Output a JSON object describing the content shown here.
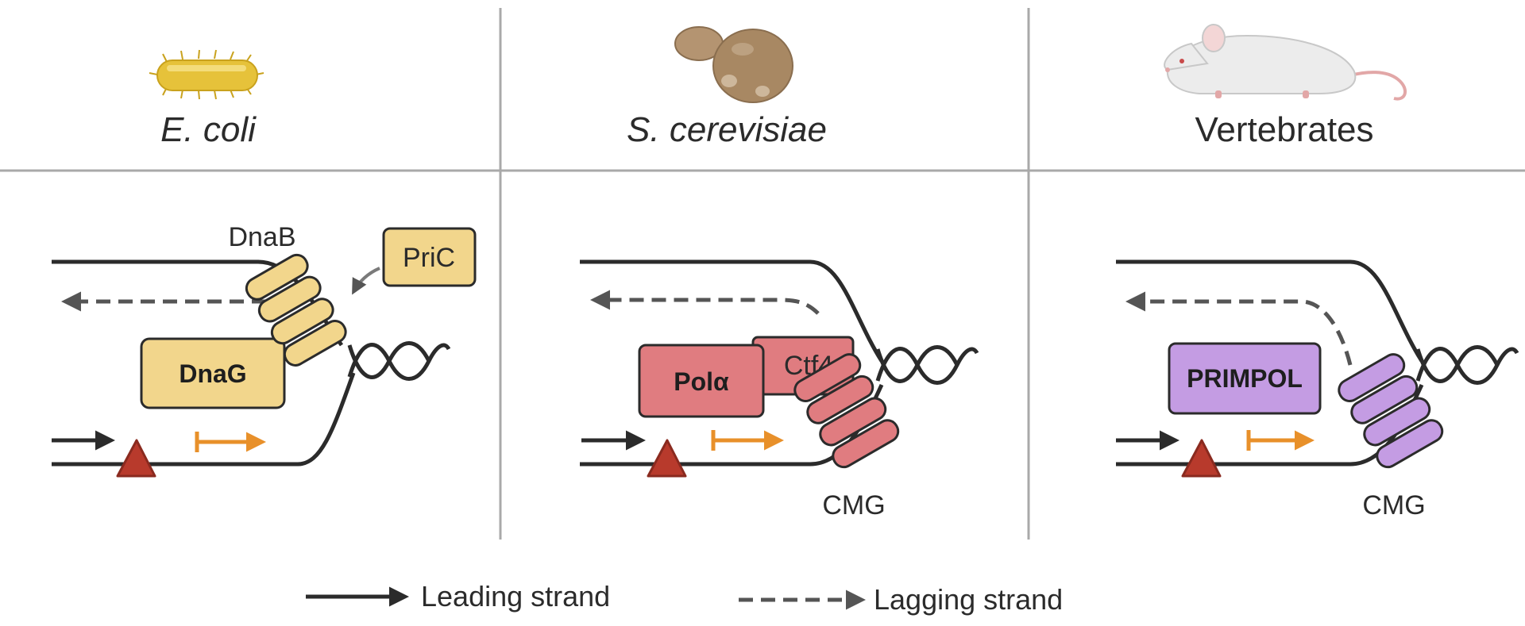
{
  "organisms": [
    {
      "name": "E. coli",
      "italic": true
    },
    {
      "name": "S. cerevisiae",
      "italic": true
    },
    {
      "name": "Vertebrates",
      "italic": false
    }
  ],
  "ecoli": {
    "helicase": "DnaB",
    "loader": "PriC",
    "primase": "DnaG"
  },
  "yeast": {
    "polymerase": "Polα",
    "adaptor": "Ctf4",
    "helicase": "CMG"
  },
  "vertebrate": {
    "primase": "PRIMPOL",
    "helicase": "CMG"
  },
  "legend": {
    "leading": "Leading strand",
    "lagging": "Lagging strand"
  },
  "colors": {
    "dnaB_fill": "#f2d68c",
    "dnaG_fill": "#f2d68c",
    "pol_fill": "#e07c80",
    "primpol_fill": "#c49ce3",
    "lesion": "#b83a2c",
    "restart_arrow": "#e8902a",
    "strand": "#2b2b2b",
    "grid": "#a9a9a9",
    "bacterium": "#e6c23a"
  }
}
